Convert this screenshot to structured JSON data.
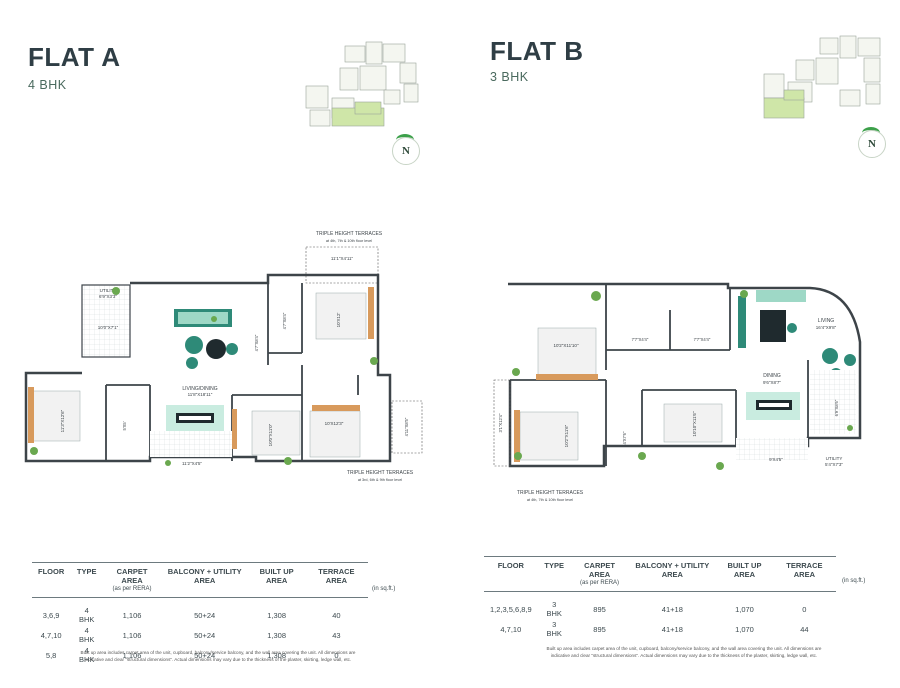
{
  "flat_a": {
    "title": "FLAT A",
    "subtitle": "4 BHK",
    "compass": "N",
    "terrace_top": "TRIPLE HEIGHT TERRACES",
    "terrace_top_note": "at 4th, 7th & 10th floor level",
    "terrace_bottom": "TRIPLE HEIGHT TERRACES",
    "terrace_bottom_note": "at 3rd, 6th & 9th floor level",
    "rooms": {
      "utility": "UTILITY",
      "utility_dim": "6'9\"X3'3\"",
      "balcony_dim": "10'0\"X7'1\"",
      "terrace_dim": "11'1\"X4'11\"",
      "bed_top": "10'X12'",
      "toilet_top": "4'7\"X8'4\"",
      "toilet_mid": "4'7\"X8'4\"",
      "living": "LIVING/DINING",
      "living_dim": "11'8\"X18'11\"",
      "bed_left": "11'3\"X12'6\"",
      "toilet_left": "5'X5'",
      "kitchen_dim": "11'2\"X4'5\"",
      "bed_mid": "10'0\"X11'0\"",
      "bed_right": "10'X12'3\"",
      "terrace_right": "4'11\"X8'5\""
    },
    "table": {
      "headers": [
        "FLOOR",
        "TYPE",
        "CARPET AREA",
        "BALCONY + UTILITY AREA",
        "BUILT UP AREA",
        "TERRACE AREA"
      ],
      "carpet_note": "(as per RERA)",
      "unit_note": "(in sq.ft.)",
      "rows": [
        [
          "3,6,9",
          "4 BHK",
          "1,106",
          "50+24",
          "1,308",
          "40"
        ],
        [
          "4,7,10",
          "4 BHK",
          "1,106",
          "50+24",
          "1,308",
          "43"
        ],
        [
          "5,8",
          "4 BHK",
          "1,106",
          "50+24",
          "1,308",
          "0"
        ]
      ]
    },
    "footnote_1": "Built up area includes carpet area of the unit, cupboard, balcony/service balcony, and the wall area covering the unit. All dimensions are",
    "footnote_2": "indicative and clear \"structural dimensions\". Actual dimensions may vary due to the thickness of the plaster, skirting, ledge wall, etc."
  },
  "flat_b": {
    "title": "FLAT B",
    "subtitle": "3 BHK",
    "compass": "N",
    "terrace_bottom": "TRIPLE HEIGHT TERRACES",
    "terrace_bottom_note": "at 4th, 7th & 10th floor level",
    "rooms": {
      "bed_top": "10'2\"X11'10\"",
      "toilet_1": "7'7\"X4'4\"",
      "toilet_2": "7'7\"X4'4\"",
      "living": "LIVING",
      "living_dim": "16'4\"X9'8\"",
      "dining": "DINING",
      "dining_dim": "9'6\"X8'7\"",
      "bed_left": "10'2\"X11'6\"",
      "terrace_left": "3'1\"X12'4\"",
      "toilet_small": "4'X7'6\"",
      "bed_mid": "10'10\"X11'6\"",
      "kitchen_dim": "9'X4'5\"",
      "utility": "UTILITY",
      "utility_dim": "5'4\"X7'3\"",
      "balcony_dim": "6'9\"X8'6\""
    },
    "table": {
      "headers": [
        "FLOOR",
        "TYPE",
        "CARPET AREA",
        "BALCONY + UTILITY AREA",
        "BUILT UP AREA",
        "TERRACE AREA"
      ],
      "carpet_note": "(as per RERA)",
      "unit_note": "(in sq.ft.)",
      "rows": [
        [
          "1,2,3,5,6,8,9",
          "3 BHK",
          "895",
          "41+18",
          "1,070",
          "0"
        ],
        [
          "4,7,10",
          "3 BHK",
          "895",
          "41+18",
          "1,070",
          "44"
        ]
      ]
    },
    "footnote_1": "Built up area includes carpet area of the unit, cupboard, balcony/service balcony, and the wall area covering the unit. All dimensions are",
    "footnote_2": "indicative and clear \"structural dimensions\". Actual dimensions may vary due to the thickness of the plaster, skirting, ledge wall, etc."
  },
  "colors": {
    "wall": "#3d4449",
    "teal": "#2e8a78",
    "light_teal": "#9ed8c6",
    "wood": "#d89a5c",
    "plant": "#6aa84f",
    "keyplan_highlight": "#cfe6a8"
  }
}
